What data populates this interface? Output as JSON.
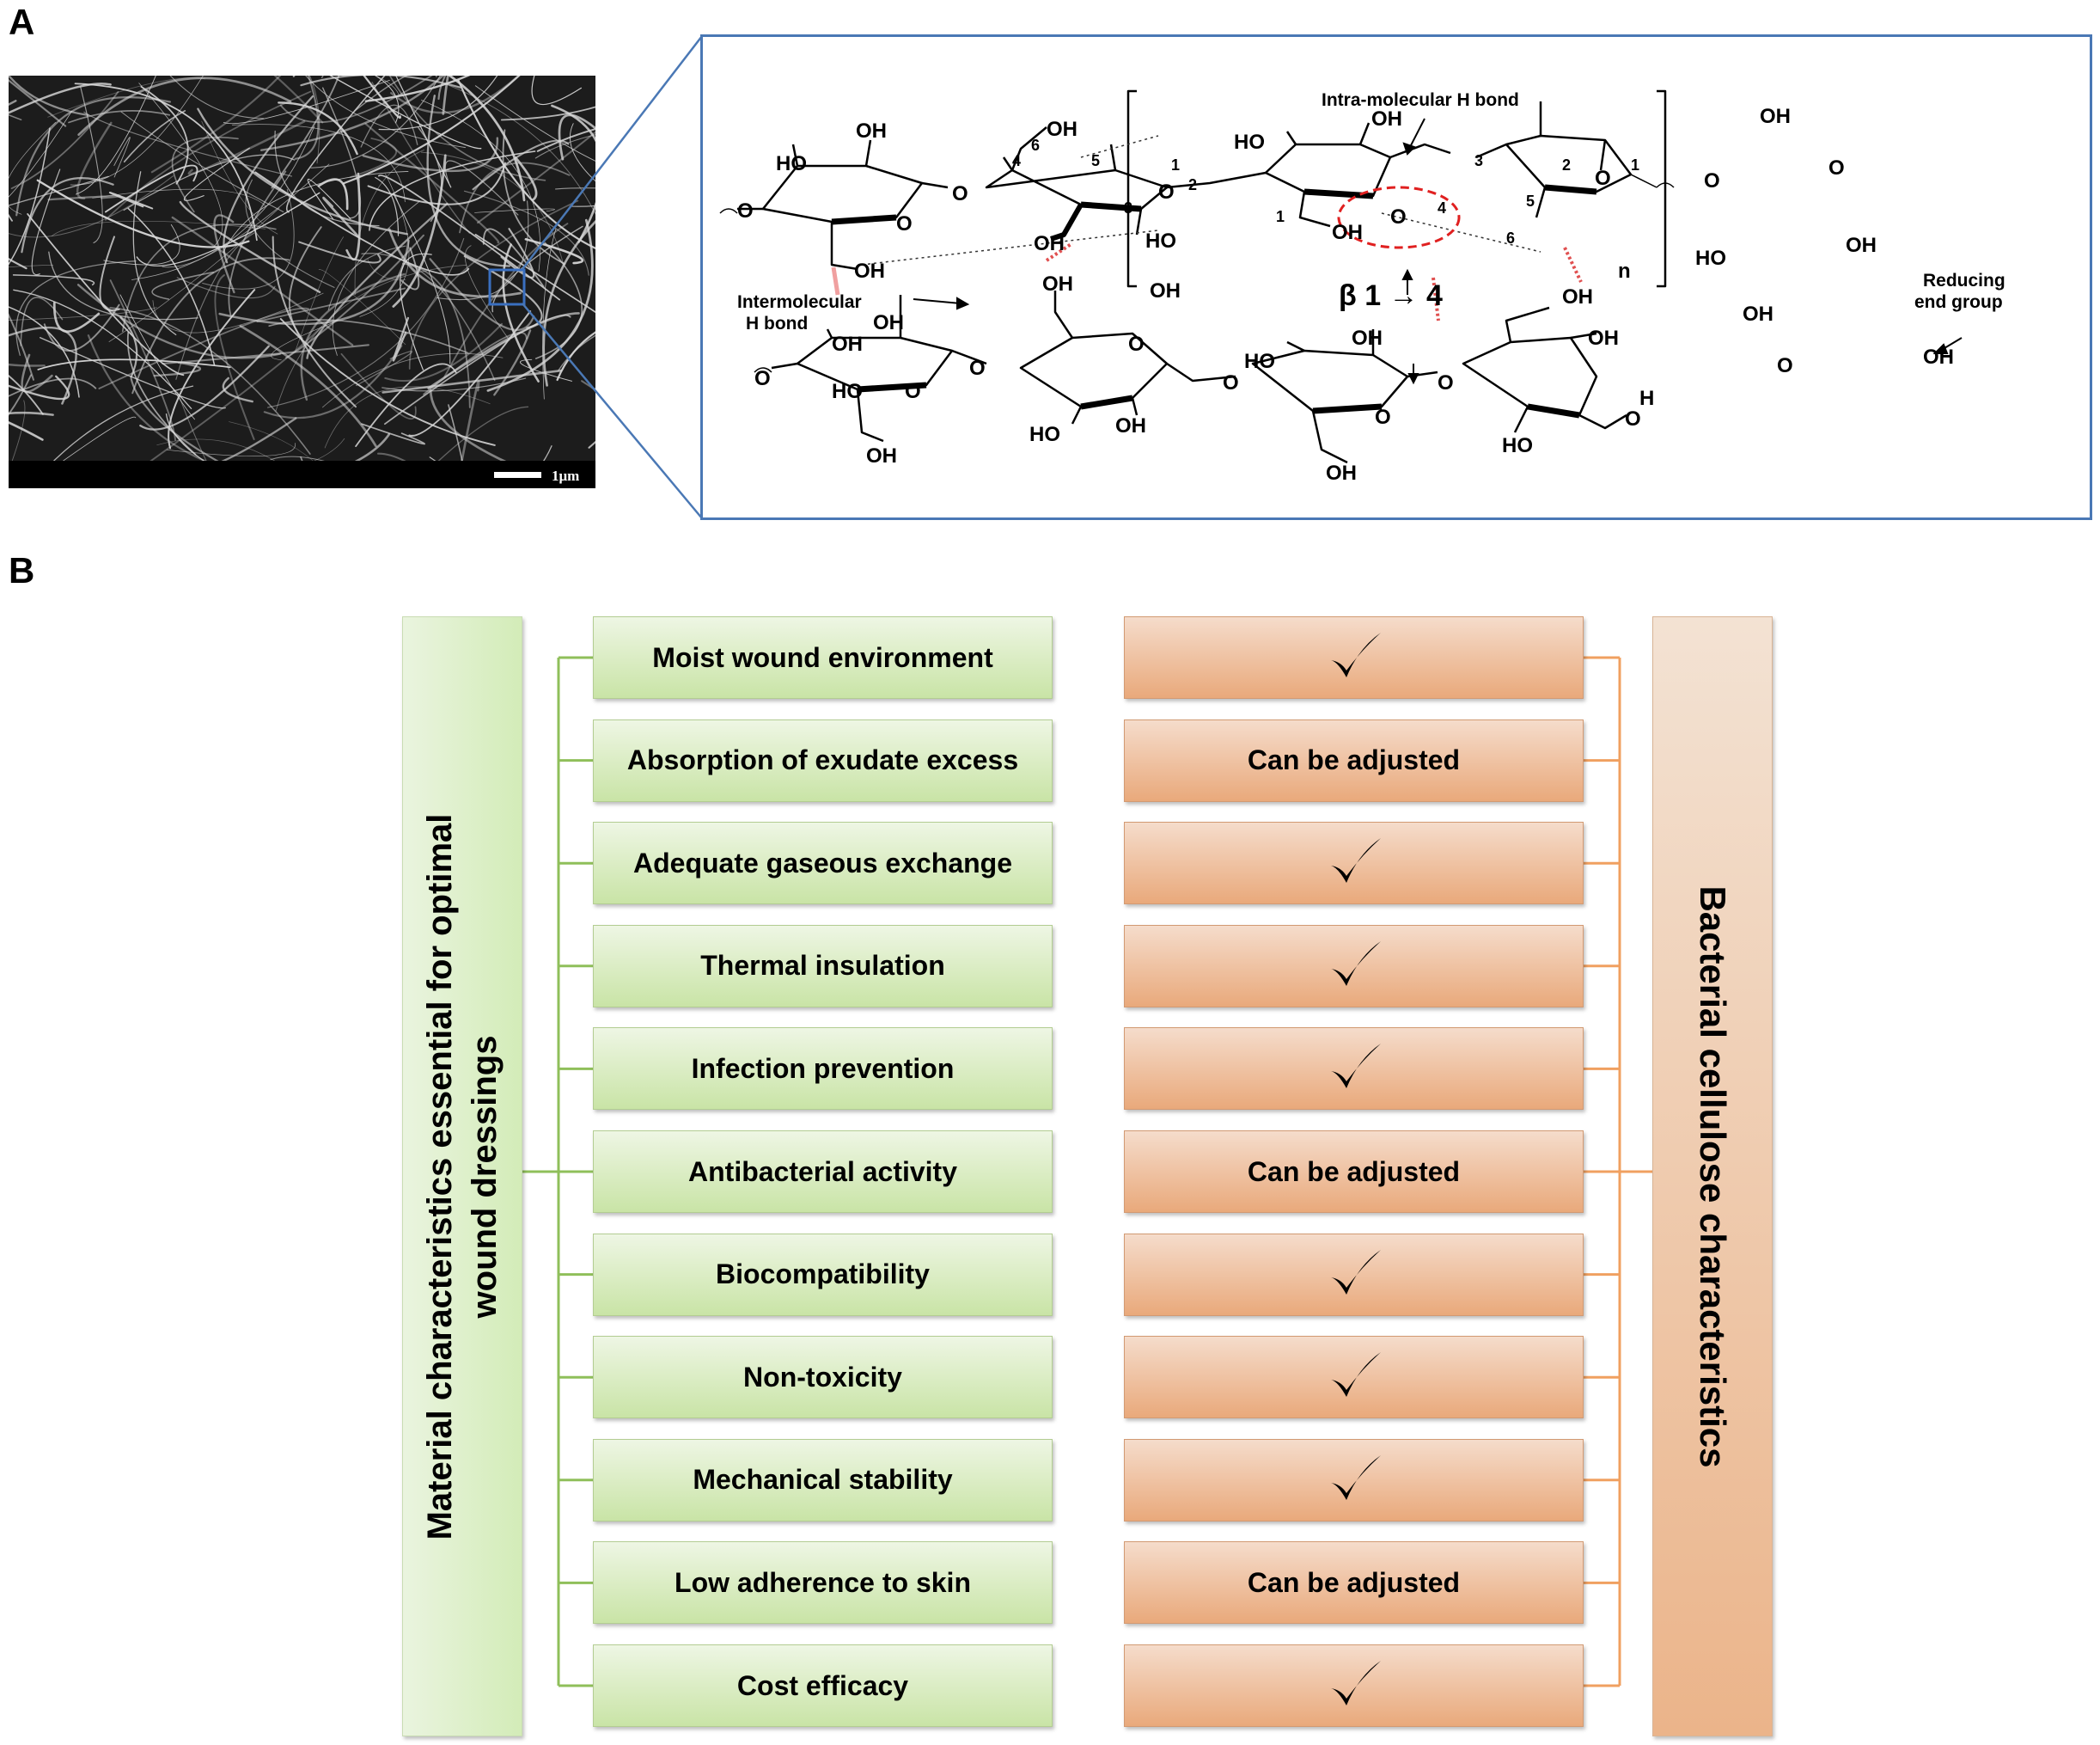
{
  "panel_a": {
    "letter": "A",
    "sem_scale_label": "1μm",
    "structure": {
      "intra_label": "Intra-molecular H bond",
      "inter_label_1": "Intermolecular",
      "inter_label_2": "H bond",
      "reducing_label_1": "Reducing",
      "reducing_label_2": "end group",
      "linkage_label": "β 1 → 4",
      "repeat_label": "n",
      "groups": {
        "oh": "OH",
        "ho": "HO",
        "o": "O",
        "h": "H"
      },
      "carbon_numbers": [
        "1",
        "2",
        "3",
        "4",
        "5",
        "6"
      ]
    }
  },
  "panel_b": {
    "letter": "B",
    "left_title_line1": "Material characteristics essential for optimal",
    "left_title_line2": "wound dressings",
    "right_title": "Bacterial cellulose characteristics",
    "rows": [
      {
        "characteristic": "Moist wound environment",
        "bc": "check"
      },
      {
        "characteristic": "Absorption of exudate excess",
        "bc": "Can be adjusted"
      },
      {
        "characteristic": "Adequate gaseous exchange",
        "bc": "check"
      },
      {
        "characteristic": "Thermal insulation",
        "bc": "check"
      },
      {
        "characteristic": "Infection prevention",
        "bc": "check"
      },
      {
        "characteristic": "Antibacterial activity",
        "bc": "Can be adjusted"
      },
      {
        "characteristic": "Biocompatibility",
        "bc": "check"
      },
      {
        "characteristic": "Non-toxicity",
        "bc": "check"
      },
      {
        "characteristic": "Mechanical stability",
        "bc": "check"
      },
      {
        "characteristic": "Low adherence to skin",
        "bc": "Can be adjusted"
      },
      {
        "characteristic": "Cost efficacy",
        "bc": "check"
      }
    ]
  },
  "colors": {
    "frame_blue": "#4a78b5",
    "green_connector": "#8fbf5a",
    "orange_connector": "#f0a060",
    "hbond_red": "#e05050",
    "highlight_red": "#e02020"
  },
  "icons": {
    "check": "checkmark-icon"
  }
}
